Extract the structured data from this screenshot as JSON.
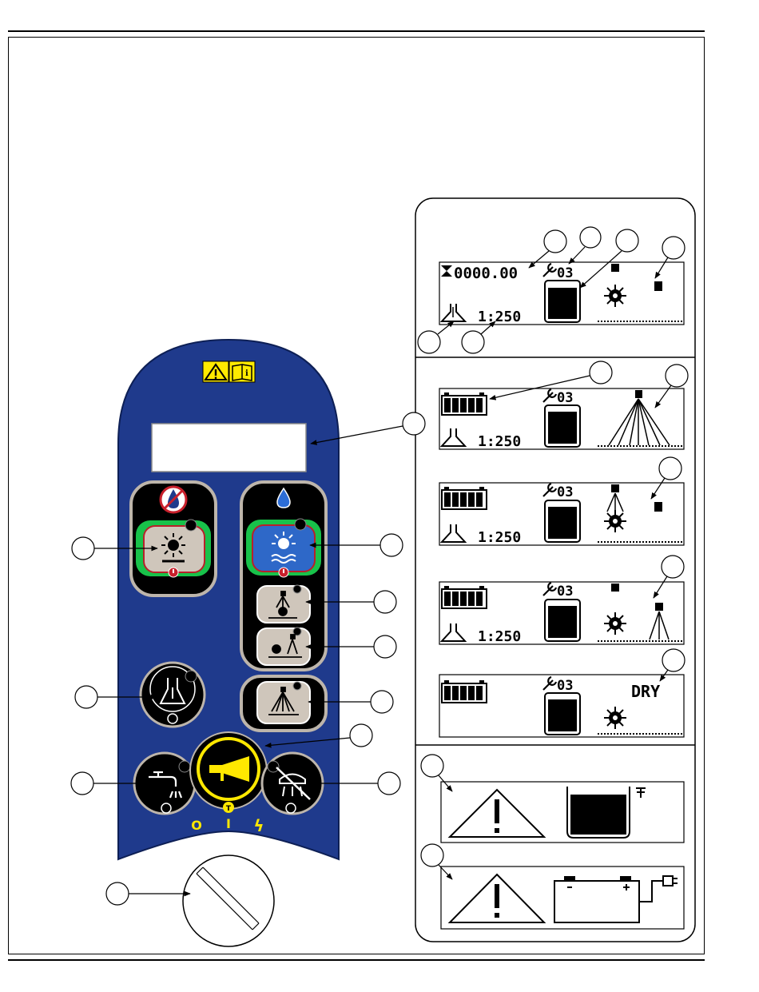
{
  "colors": {
    "panel_blue": "#1f3a8c",
    "button_grey": "#cfc6bb",
    "ring_green": "#18c24a",
    "outline_red": "#b8202a",
    "horn_yellow": "#ffe800",
    "warning_yellow": "#ffea00",
    "lcd_black": "#000000"
  },
  "display": {
    "hour_meter": "0000.00",
    "fault_code": "03",
    "dilution_ratio": "1:250",
    "dry_label": "DRY"
  },
  "control_panel": {
    "switch_positions": [
      "O",
      "I",
      "ϟ"
    ],
    "icons": [
      "warning-triangle-icon",
      "read-manual-icon",
      "no-water-icon",
      "water-drop-icon",
      "brush-icon",
      "brush-water-icon",
      "spray-brush-icon",
      "brush-vacuum-icon",
      "spray-icon",
      "detergent-icon",
      "horn-icon",
      "faucet-icon",
      "vacuum-icon",
      "key-switch-icon",
      "battery-icon",
      "tank-icon",
      "plug-icon"
    ]
  }
}
